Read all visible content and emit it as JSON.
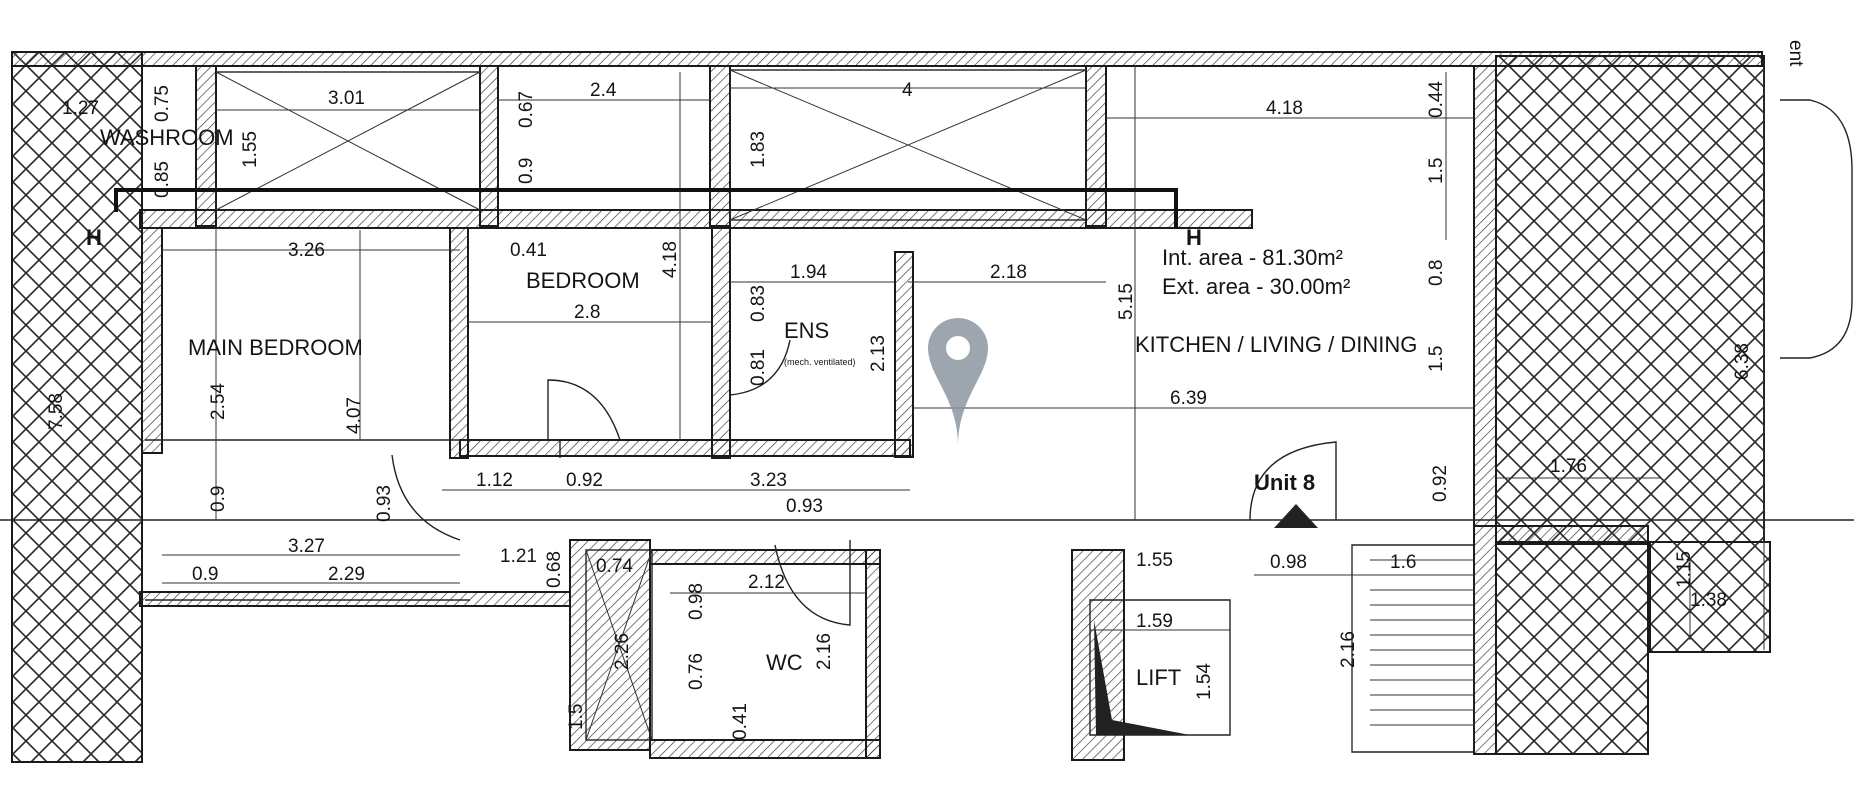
{
  "rooms": {
    "washroom": "WASHROOM",
    "bedroom": "BEDROOM",
    "main_bedroom": "MAIN BEDROOM",
    "ens": "ENS",
    "ens_note": "(mech. ventilated)",
    "kitchen": "KITCHEN / LIVING / DINING",
    "wc": "WC",
    "lift": "LIFT"
  },
  "areas": {
    "internal": "Int. area -  81.30m²",
    "external": "Ext. area -  30.00m²"
  },
  "unit_label": "Unit 8",
  "marker_h": "H",
  "edge_text": "ent",
  "colors": {
    "line": "#1a1a1a",
    "pin": "#8c96a0",
    "background": "#ffffff"
  },
  "dimensions": {
    "d_1_27": "1.27",
    "d_0_75": "0.75",
    "d_3_01": "3.01",
    "d_0_67": "0.67",
    "d_2_4": "2.4",
    "d_4": "4",
    "d_0_44": "0.44",
    "d_4_18_top": "4.18",
    "d_1_55": "1.55",
    "d_0_85": "0.85",
    "d_0_9_a": "0.9",
    "d_1_83": "1.83",
    "d_1_5_a": "1.5",
    "d_3_26": "3.26",
    "d_0_41_a": "0.41",
    "d_4_18_bed": "4.18",
    "d_1_94": "1.94",
    "d_0_83": "0.83",
    "d_2_18": "2.18",
    "d_5_15": "5.15",
    "d_0_8": "0.8",
    "d_2_8": "2.8",
    "d_2_13": "2.13",
    "d_0_81": "0.81",
    "d_7_58": "7.58",
    "d_2_54": "2.54",
    "d_4_07": "4.07",
    "d_6_39": "6.39",
    "d_1_5_b": "1.5",
    "d_6_38": "6.38",
    "d_1_12": "1.12",
    "d_0_92_a": "0.92",
    "d_3_23": "3.23",
    "d_0_92_b": "0.92",
    "d_1_76": "1.76",
    "d_0_9_b": "0.9",
    "d_0_93_a": "0.93",
    "d_0_93_b": "0.93",
    "d_3_27": "3.27",
    "d_1_21": "1.21",
    "d_0_68": "0.68",
    "d_0_74": "0.74",
    "d_1_55_b": "1.55",
    "d_0_98_a": "0.98",
    "d_1_6": "1.6",
    "d_1_15": "1.15",
    "d_0_9_c": "0.9",
    "d_2_29": "2.29",
    "d_0_98_b": "0.98",
    "d_2_12": "2.12",
    "d_1_38": "1.38",
    "d_2_26": "2.26",
    "d_2_16_a": "2.16",
    "d_1_59": "1.59",
    "d_2_16_b": "2.16",
    "d_0_76": "0.76",
    "d_1_54": "1.54",
    "d_1_5_c": "1.5",
    "d_0_41_b": "0.41"
  }
}
